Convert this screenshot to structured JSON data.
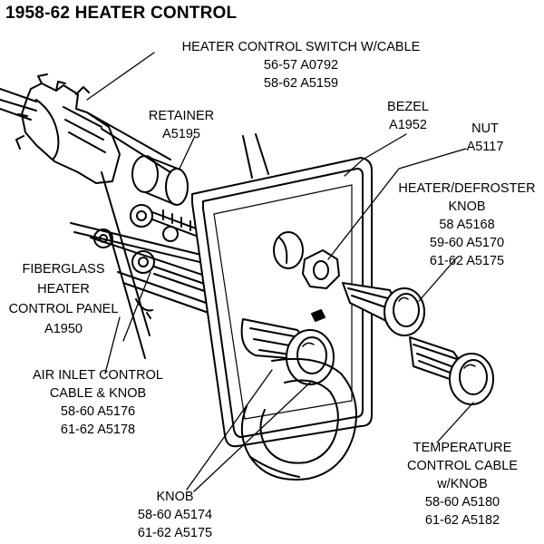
{
  "title": "1958-62 HEATER CONTROL",
  "labels": {
    "switch": {
      "name": "HEATER CONTROL SWITCH W/CABLE",
      "line1": "56-57 A0792",
      "line2": "58-62 A5159"
    },
    "retainer": {
      "name": "RETAINER",
      "part": "A5195"
    },
    "bezel": {
      "name": "BEZEL",
      "part": "A1952"
    },
    "nut": {
      "name": "NUT",
      "part": "A5117"
    },
    "heater_knob": {
      "name1": "HEATER/DEFROSTER",
      "name2": "KNOB",
      "line1": "58  A5168",
      "line2": "59-60  A5170",
      "line3": "61-62  A5175"
    },
    "panel": {
      "name1": "FIBERGLASS",
      "name2": "HEATER",
      "name3": "CONTROL PANEL",
      "part": "A1950"
    },
    "air_inlet": {
      "name1": "AIR INLET CONTROL",
      "name2": "CABLE & KNOB",
      "line1": "58-60  A5176",
      "line2": "61-62  A5178"
    },
    "temp_cable": {
      "name1": "TEMPERATURE",
      "name2": "CONTROL CABLE",
      "name3": "w/KNOB",
      "line1": "58-60  A5180",
      "line2": "61-62  A5182"
    },
    "knob": {
      "name": "KNOB",
      "line1": "58-60  A5174",
      "line2": "61-62  A5175"
    }
  }
}
